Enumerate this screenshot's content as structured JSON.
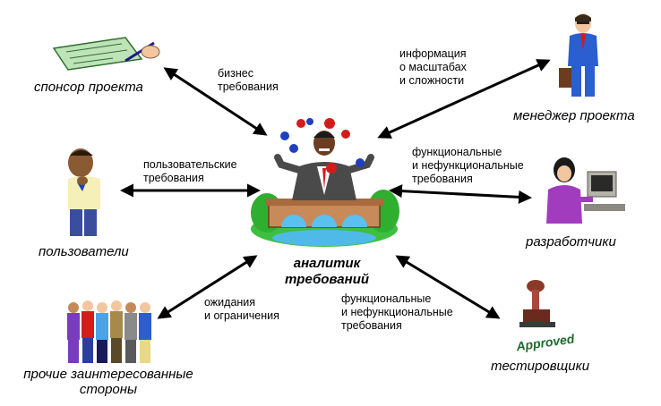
{
  "center": {
    "line1": "аналитик",
    "line2": "требований"
  },
  "roles": {
    "sponsor": "спонсор проекта",
    "manager": "менеджер проекта",
    "users": "пользователи",
    "developers": "разработчики",
    "others_line1": "прочие заинтересованные",
    "others_line2": "стороны",
    "testers": "тестировщики"
  },
  "edges": {
    "sponsor": {
      "line1": "бизнес",
      "line2": "требования"
    },
    "manager": {
      "line1": "информация",
      "line2": "о масштабах",
      "line3": "и сложности"
    },
    "users": {
      "line1": "пользовательские",
      "line2": "требования"
    },
    "developers": {
      "line1": "функциональные",
      "line2": "и нефункциональные",
      "line3": "требования"
    },
    "others": {
      "line1": "ожидания",
      "line2": "и ограничения"
    },
    "testers": {
      "line1": "функциональные",
      "line2": "и нефункциональные",
      "line3": "требования"
    }
  },
  "stamp_text": "Approved",
  "colors": {
    "arrow": "#000000",
    "text": "#000000",
    "stamp": "#1e6b2a"
  }
}
